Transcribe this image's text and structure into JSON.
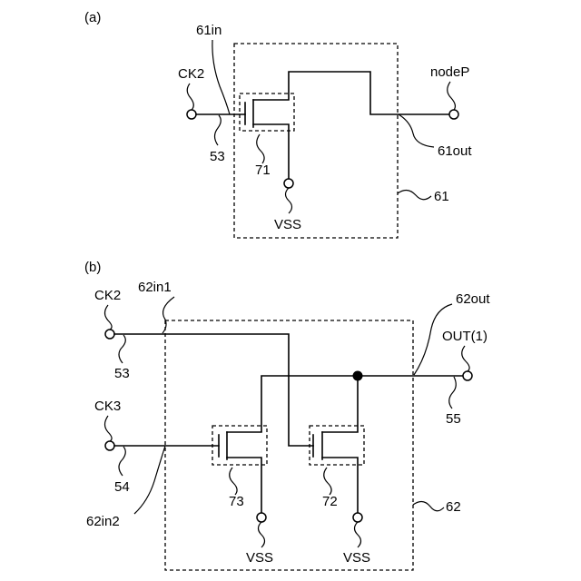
{
  "panel_a": {
    "label": "(a)",
    "block_label": "61",
    "input_label": "61in",
    "output_label": "61out",
    "clock_label": "CK2",
    "clock_terminal_label": "53",
    "node_label": "nodeP",
    "transistor_label": "71",
    "vss_label": "VSS"
  },
  "panel_b": {
    "label": "(b)",
    "block_label": "62",
    "input1_label": "62in1",
    "input2_label": "62in2",
    "output_label": "62out",
    "ck2_label": "CK2",
    "ck2_terminal_label": "53",
    "ck3_label": "CK3",
    "ck3_terminal_label": "54",
    "out_label": "OUT(1)",
    "out_terminal_label": "55",
    "transistor1_label": "73",
    "transistor2_label": "72",
    "vss1_label": "VSS",
    "vss2_label": "VSS"
  }
}
